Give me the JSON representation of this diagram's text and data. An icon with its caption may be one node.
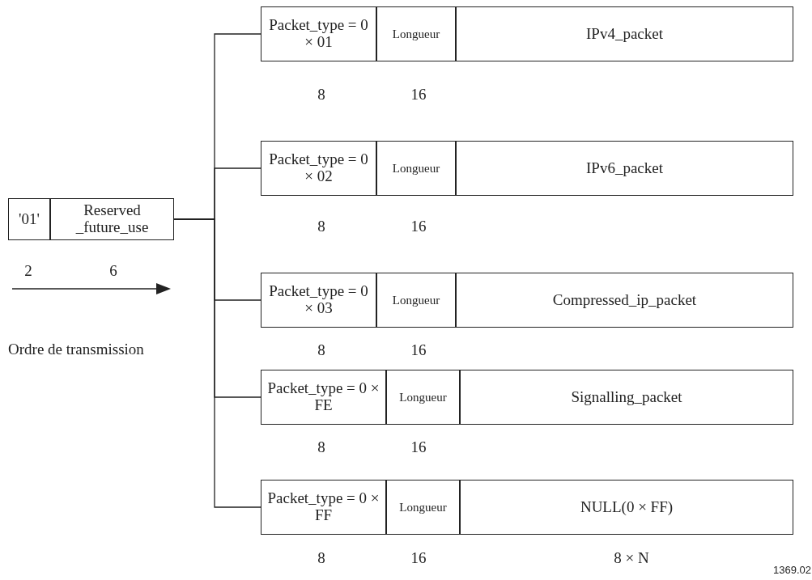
{
  "diagram": {
    "nodes": [
      {
        "text": [
          "'01'"
        ]
      },
      {
        "text": [
          "Reserved _future_use"
        ]
      },
      {
        "text": [
          "Packet_type = 0 × 01"
        ]
      },
      {
        "text": [
          "Longueur"
        ]
      },
      {
        "text": [
          "IPv4_packet"
        ]
      },
      {
        "text": [
          "Packet_type = 0 × 02"
        ]
      },
      {
        "text": [
          "Longueur"
        ]
      },
      {
        "text": [
          "IPv6_packet"
        ]
      },
      {
        "text": [
          "Packet_type = 0 × 03"
        ]
      },
      {
        "text": [
          "Longueur"
        ]
      },
      {
        "text": [
          "Compressed_ip_packet"
        ]
      },
      {
        "text": [
          "Packet_type = 0 × FE"
        ]
      },
      {
        "text": [
          "Longueur"
        ]
      },
      {
        "text": [
          "Signalling_packet"
        ]
      },
      {
        "text": [
          "Packet_type = 0 × FF"
        ]
      },
      {
        "text": [
          "Longueur"
        ]
      },
      {
        "text": [
          "NULL(0 × FF)"
        ]
      }
    ],
    "edges": [
      {
        "from": 1,
        "to": 2,
        "arrow": "none"
      },
      {
        "from": 1,
        "to": 5,
        "arrow": "none"
      },
      {
        "from": 1,
        "to": 8,
        "arrow": "none"
      },
      {
        "from": 1,
        "to": 11,
        "arrow": "none"
      },
      {
        "from": 1,
        "to": 14,
        "arrow": "none"
      }
    ],
    "labels": [
      "8",
      "16",
      "8",
      "16",
      "2",
      "6",
      "Ordre de transmission",
      "8",
      "16",
      "8",
      "16",
      "8",
      "16",
      "8 × N",
      "1369.02"
    ]
  }
}
